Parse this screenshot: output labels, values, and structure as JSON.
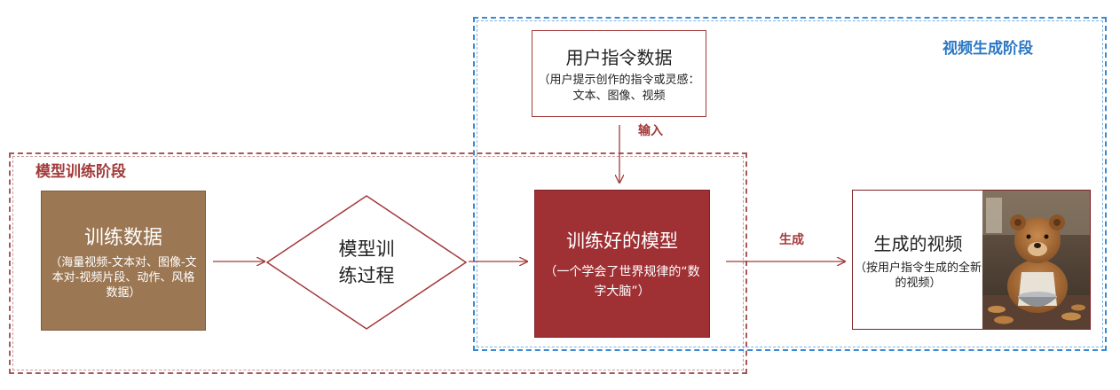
{
  "stages": {
    "training": {
      "label": "模型训练阶段"
    },
    "generation": {
      "label": "视频生成阶段"
    }
  },
  "nodes": {
    "training_data": {
      "title": "训练数据",
      "desc": "（海量视频-文本对、图像-文本对-视频片段、动作、风格数据）"
    },
    "training_process": {
      "line1": "模型训",
      "line2": "练过程"
    },
    "trained_model": {
      "title": "训练好的模型",
      "desc": "（一个学会了世界规律的“数字大脑”）"
    },
    "user_instruction": {
      "title": "用户指令数据",
      "desc": "（用户提示创作的指令或灵感：文本、图像、视频"
    },
    "generated_video": {
      "title": "生成的视频",
      "desc": "（按用户指令生成的全新的视频）"
    }
  },
  "edges": {
    "input_label": "输入",
    "generate_label": "生成"
  },
  "colors": {
    "training_border": "#a55a5a",
    "generation_border": "#3b8ad1",
    "training_data_fill": "#9c7753",
    "model_fill": "#9f3034",
    "arrow": "#a33a3a"
  },
  "icons": {
    "video_thumbnail": "bear-baking-image"
  }
}
